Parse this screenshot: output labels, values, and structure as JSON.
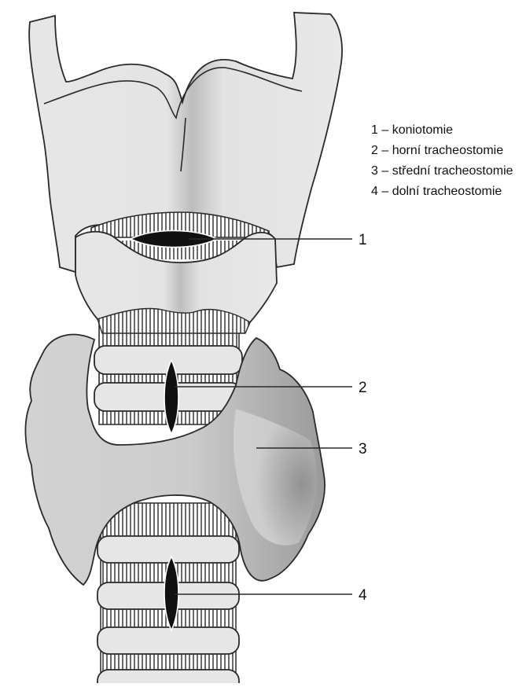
{
  "legend": {
    "items": [
      "1 – koniotomie",
      "2 – horní tracheostomie",
      "3 – střední tracheostomie",
      "4 – dolní tracheostomie"
    ]
  },
  "callouts": [
    "1",
    "2",
    "3",
    "4"
  ],
  "colors": {
    "tissue": "#e6e6e6",
    "tissue_shadow": "#b4b4b4",
    "thyroid": "#d4d4d4",
    "thyroid_dark": "#8c8c8c",
    "outline": "#2a2a2a",
    "incision": "#111111"
  }
}
